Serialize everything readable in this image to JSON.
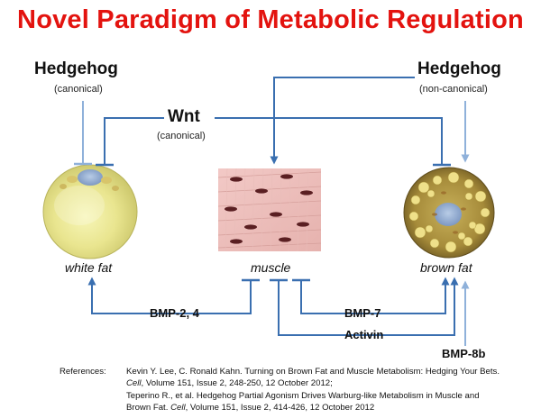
{
  "title": "Novel Paradigm of Metabolic Regulation",
  "nodes": {
    "hedgehog_left": {
      "name": "Hedgehog",
      "note": "(canonical)"
    },
    "wnt": {
      "name": "Wnt",
      "note": "(canonical)"
    },
    "hedgehog_right": {
      "name": "Hedgehog",
      "note": "(non-canonical)"
    }
  },
  "cells": {
    "white_fat": "white fat",
    "muscle": "muscle",
    "brown_fat": "brown fat"
  },
  "signals": {
    "bmp_2_4": "BMP-2, 4",
    "bmp_7": "BMP-7",
    "activin": "Activin",
    "bmp_8b": "BMP-8b"
  },
  "references": {
    "label": "References:",
    "ref1_authors": "Kevin Y. Lee, C. Ronald Kahn. Turning on Brown Fat and Muscle Metabolism: Hedging Your Bets.",
    "ref1_journal": "Cell",
    "ref1_detail": ", Volume 151, Issue 2, 248-250, 12 October 2012;",
    "ref2_authors": "Teperino R., et al. Hedgehog Partial Agonism Drives Warburg-like Metabolism in Muscle and",
    "ref2_title_end": "Brown Fat. ",
    "ref2_journal": "Cell",
    "ref2_detail": ", Volume 151, Issue 2, 414-426, 12 October 2012"
  },
  "colors": {
    "title": "#e3130f",
    "arrow": "#3a6fb0",
    "arrow_light": "#8fb1da"
  }
}
